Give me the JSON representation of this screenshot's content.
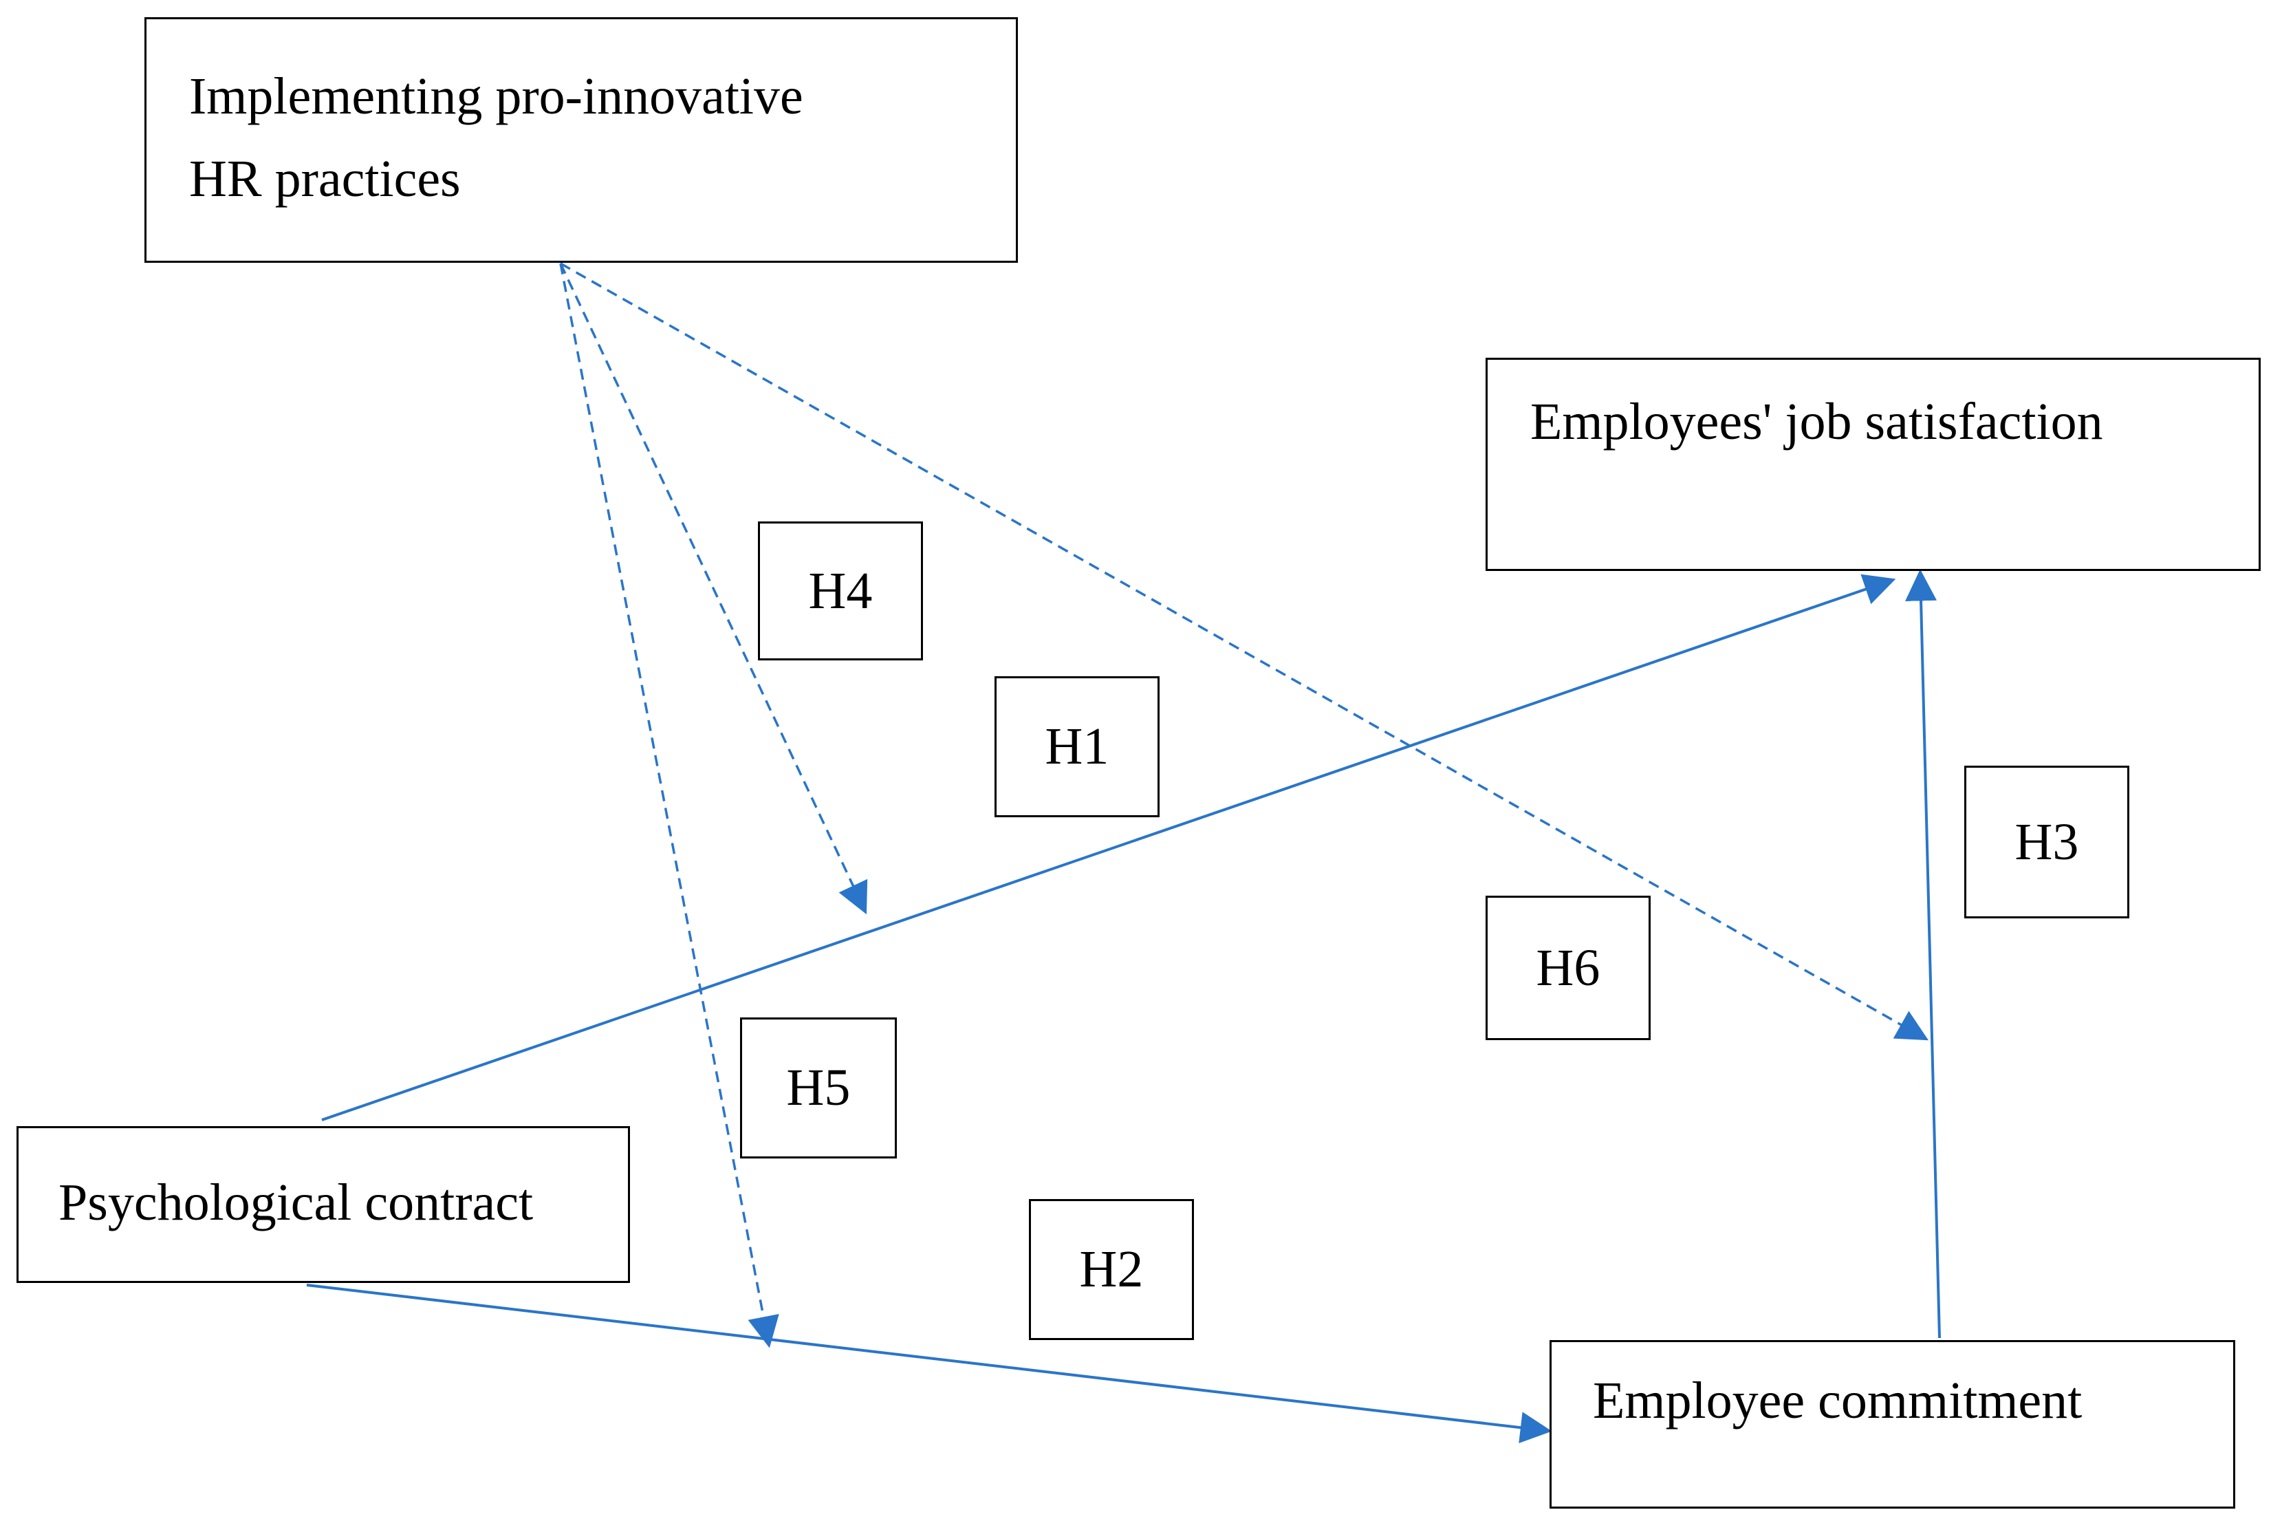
{
  "constructs": {
    "hr_practices": {
      "line1": "Implementing pro-innovative",
      "line2": "HR practices"
    },
    "job_satisfaction": "Employees' job satisfaction",
    "psychological_contract": "Psychological contract",
    "employee_commitment": "Employee commitment"
  },
  "hypotheses": {
    "h1": "H1",
    "h2": "H2",
    "h3": "H3",
    "h4": "H4",
    "h5": "H5",
    "h6": "H6"
  },
  "colors": {
    "arrow": "#2a75c9",
    "box_border": "#000000",
    "background": "#ffffff"
  }
}
